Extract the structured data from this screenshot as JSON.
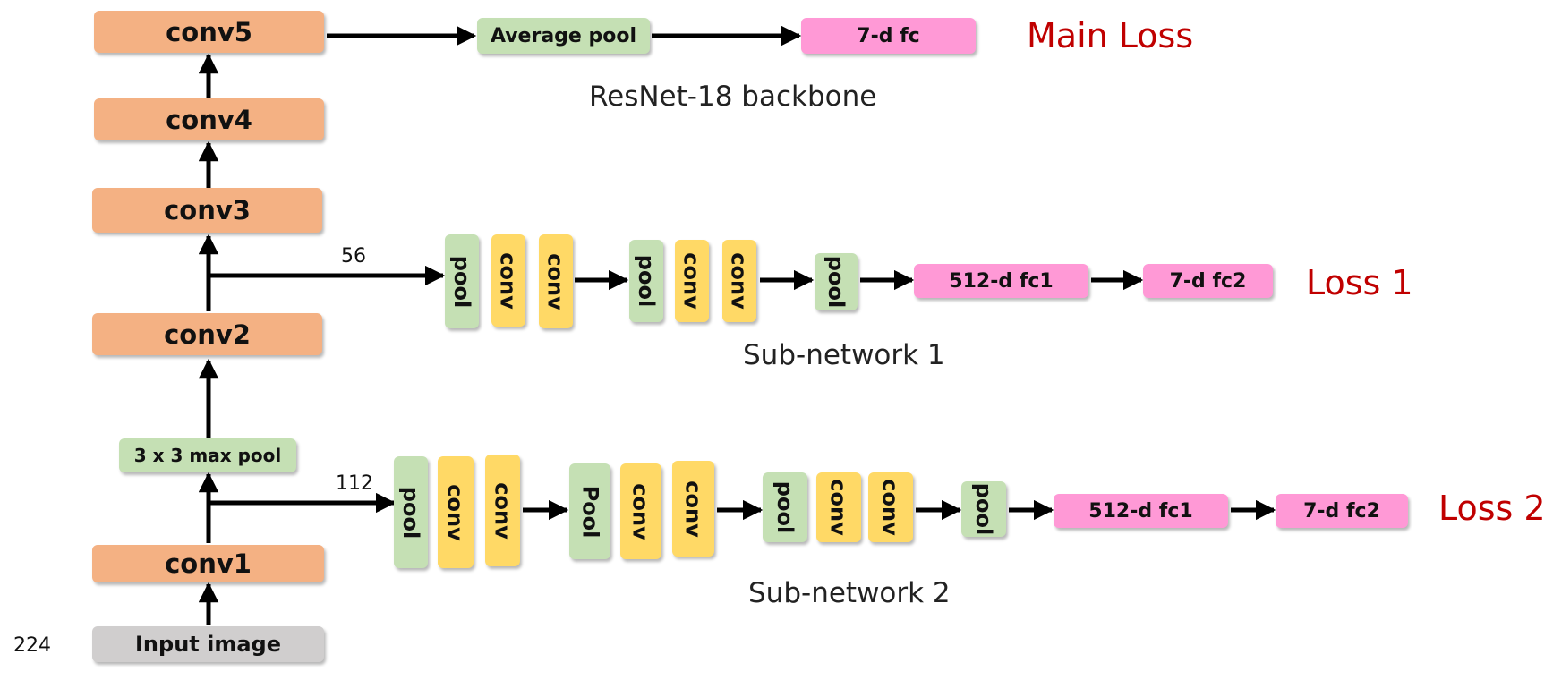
{
  "backbone": {
    "input": "Input image",
    "conv1": "conv1",
    "maxpool": "3 x 3 max pool",
    "conv2": "conv2",
    "conv3": "conv3",
    "conv4": "conv4",
    "conv5": "conv5",
    "avgpool": "Average pool",
    "fc": "7-d fc",
    "caption": "ResNet-18 backbone",
    "loss": "Main Loss"
  },
  "sub1": {
    "branch_size": "56",
    "pool1": "pool",
    "conv1a": "conv",
    "conv1b": "conv",
    "pool2": "pool",
    "conv2a": "conv",
    "conv2b": "conv",
    "pool3": "pool",
    "fc1": "512-d fc1",
    "fc2": "7-d fc2",
    "caption": "Sub-network 1",
    "loss": "Loss 1"
  },
  "sub2": {
    "branch_size": "112",
    "pool1": "pool",
    "conv1a": "conv",
    "conv1b": "conv",
    "pool2": "Pool",
    "conv2a": "conv",
    "conv2b": "conv",
    "pool3": "pool",
    "conv3a": "conv",
    "conv3b": "conv",
    "pool4": "pool",
    "fc1": "512-d fc1",
    "fc2": "7-d fc2",
    "caption": "Sub-network 2",
    "loss": "Loss 2"
  },
  "input_size": "224",
  "colors": {
    "conv_main": "#f4b183",
    "input": "#d0cece",
    "pool": "#c5e0b4",
    "fc": "#ff99d6",
    "conv_sub": "#ffd966",
    "loss_text": "#c00000"
  }
}
